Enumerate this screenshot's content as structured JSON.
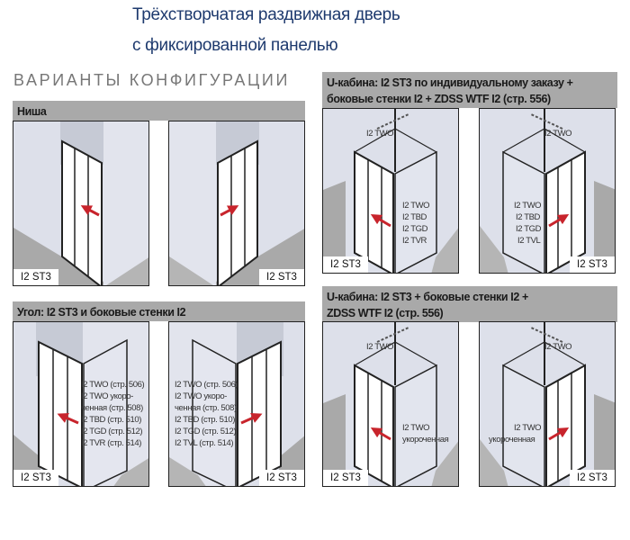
{
  "title": {
    "line1": "Трёхстворчатая раздвижная дверь",
    "line2": "с фиксированной панелью"
  },
  "section_label": "ВАРИАНТЫ КОНФИГУРАЦИИ",
  "sections": [
    {
      "header": [
        "Ниша"
      ],
      "panels": [
        {
          "code": "I2 ST3",
          "labels": []
        },
        {
          "code": "I2 ST3",
          "labels": []
        }
      ]
    },
    {
      "header": [
        "Угол: I2 ST3 и боковые стенки I2"
      ],
      "panels": [
        {
          "code": "I2 ST3",
          "labels": [
            "I2 TWO (стр. 506)",
            "I2 TWO укоро-",
            "ченная (стр. 508)",
            "I2 TBD (стр. 510)",
            "I2 TGD (стр. 512)",
            "I2 TVR (стр. 514)"
          ]
        },
        {
          "code": "I2 ST3",
          "labels": [
            "I2 TWO (стр. 506)",
            "I2 TWO укоро-",
            "ченная (стр. 508)",
            "I2 TBD (стр. 510)",
            "I2 TGD (стр. 512)",
            "I2 TVL (стр. 514)"
          ]
        }
      ]
    },
    {
      "header": [
        "U-кабина: I2 ST3 по индивидуальному заказу +",
        "боковые стенки I2 + ZDSS WTF I2 (стр. 556)"
      ],
      "panels": [
        {
          "code": "I2 ST3",
          "top_label": "I2 TWO",
          "labels": [
            "I2 TWO",
            "I2 TBD",
            "I2 TGD",
            "I2 TVR"
          ]
        },
        {
          "code": "I2 ST3",
          "top_label": "I2 TWO",
          "labels": [
            "I2 TWO",
            "I2 TBD",
            "I2 TGD",
            "I2 TVL"
          ]
        }
      ]
    },
    {
      "header": [
        "U-кабина: I2 ST3 + боковые стенки I2 +",
        "ZDSS WTF I2 (стр. 556)"
      ],
      "panels": [
        {
          "code": "I2 ST3",
          "top_label": "I2 TWO",
          "labels": [
            "I2 TWO",
            "укороченная"
          ]
        },
        {
          "code": "I2 ST3",
          "top_label": "I2 TWO",
          "labels": [
            "I2 TWO",
            "укороченная"
          ]
        }
      ]
    }
  ],
  "colors": {
    "title": "#1e3a6e",
    "header_bg": "#a9a9a9",
    "arrow": "#c8242c",
    "wall": "#dde0ea"
  }
}
